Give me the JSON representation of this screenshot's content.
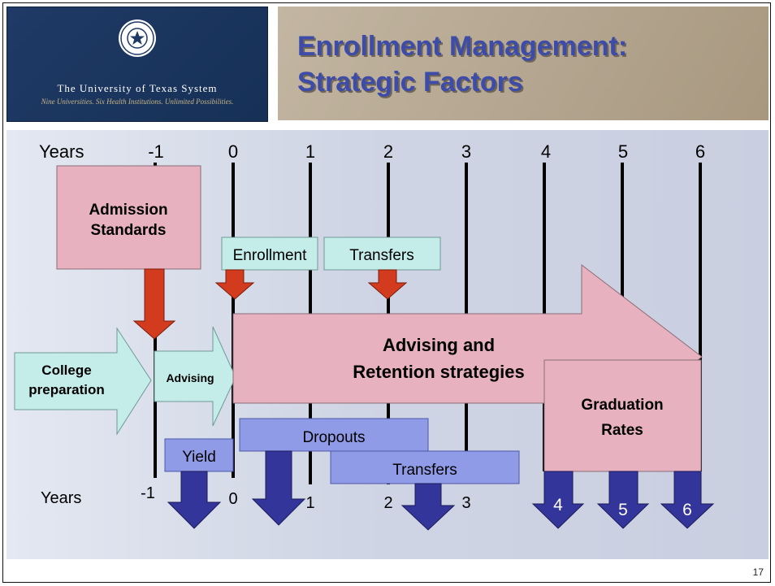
{
  "logo": {
    "name": "The University of Texas System",
    "tagline": "Nine Universities. Six Health Institutions. Unlimited Possibilities.",
    "seal_text": "THE UNIVERSITY OF TEXAS"
  },
  "title": {
    "line1": "Enrollment Management:",
    "line2": "Strategic Factors"
  },
  "diagram": {
    "top_axis_label": "Years",
    "top_years": [
      "-1",
      "0",
      "1",
      "2",
      "3",
      "4",
      "5",
      "6"
    ],
    "bottom_axis_label": "Years",
    "bottom_years": [
      "-1",
      "0",
      "1",
      "2",
      "3"
    ],
    "boxes": {
      "admission_standards_line1": "Admission",
      "admission_standards_line2": "Standards",
      "enrollment": "Enrollment",
      "transfers_in": "Transfers",
      "college_prep_line1": "College",
      "college_prep_line2": "preparation",
      "advising": "Advising",
      "retention_line1": "Advising and",
      "retention_line2": "Retention strategies",
      "graduation_line1": "Graduation",
      "graduation_line2": "Rates",
      "dropouts": "Dropouts",
      "transfers_out": "Transfers",
      "yield": "Yield"
    },
    "graduation_arrows": [
      "4",
      "5",
      "6"
    ],
    "colors": {
      "pink": "#e7b1bf",
      "cyan": "#c4ece9",
      "periwinkle": "#8f9be6",
      "down_red": "#d33b1e",
      "down_blue": "#33359a"
    }
  },
  "page_number": "17"
}
